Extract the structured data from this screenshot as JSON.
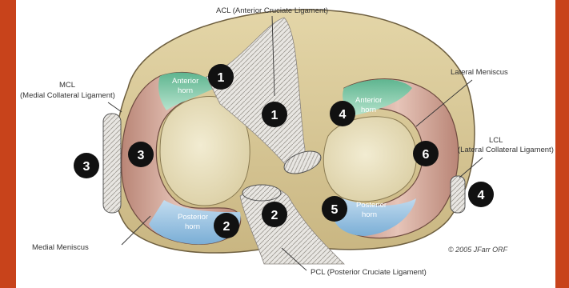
{
  "labels": {
    "acl": "ACL (Anterior Cruciate Ligament)",
    "mcl_line1": "MCL",
    "mcl_line2": "(Medial Collateral Ligament)",
    "lateral_meniscus": "Lateral Meniscus",
    "lcl_line1": "LCL",
    "lcl_line2": "(Lateral Collateral Ligament)",
    "medial_meniscus": "Medial Meniscus",
    "pcl": "PCL (Posterior Cruciate Ligament)",
    "copyright": "© 2005 JFarr ORF"
  },
  "horns": {
    "medial_anterior_1": "Anterior",
    "medial_anterior_2": "horn",
    "lateral_anterior_1": "Anterior",
    "lateral_anterior_2": "horn",
    "medial_posterior_1": "Posterior",
    "medial_posterior_2": "horn",
    "lateral_posterior_1": "Posterior",
    "lateral_posterior_2": "horn"
  },
  "markers": {
    "m1a": "1",
    "m1b": "1",
    "m2a": "2",
    "m2b": "2",
    "m3a": "3",
    "m3b": "3",
    "m4a": "4",
    "m4b": "4",
    "m5": "5",
    "m6": "6"
  },
  "colors": {
    "border": "#c8431b",
    "panel": "#ffffff",
    "tibia": "#d9c99a",
    "cartilage": "#e9e1bf",
    "meniscus": "#c99a8c",
    "anterior_horn": "#8fd0b0",
    "posterior_horn": "#9cc2e0",
    "marker": "#111111"
  }
}
